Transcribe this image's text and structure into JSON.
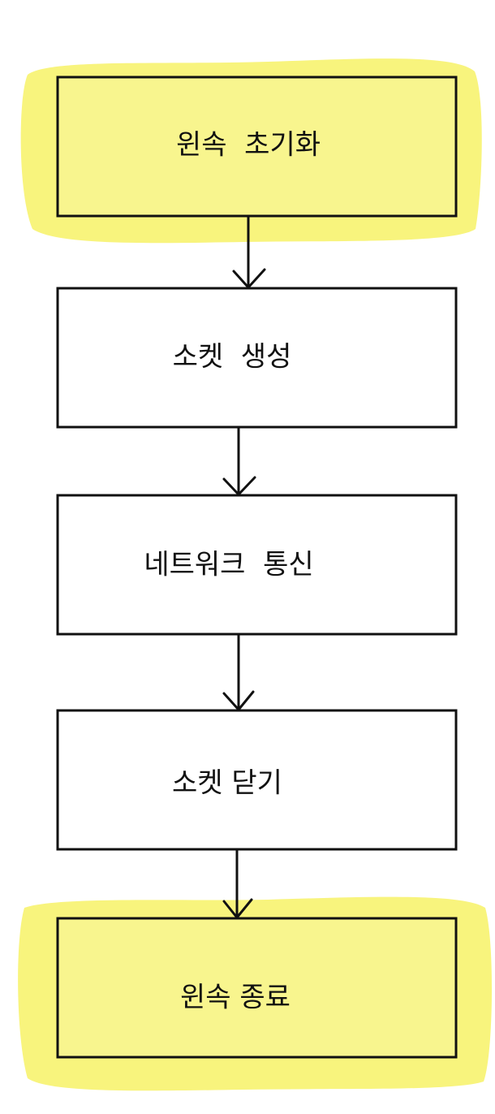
{
  "diagram": {
    "type": "flowchart",
    "steps": [
      {
        "id": "winsock-init",
        "label": "윈속  초기화",
        "highlighted": true
      },
      {
        "id": "socket-create",
        "label": "소켓  생성",
        "highlighted": false
      },
      {
        "id": "network-comm",
        "label": "네트워크  통신",
        "highlighted": false
      },
      {
        "id": "socket-close",
        "label": "소켓 닫기",
        "highlighted": false
      },
      {
        "id": "winsock-end",
        "label": "윈속 종료",
        "highlighted": true
      }
    ],
    "connections": [
      {
        "from": "winsock-init",
        "to": "socket-create"
      },
      {
        "from": "socket-create",
        "to": "network-comm"
      },
      {
        "from": "network-comm",
        "to": "socket-close"
      },
      {
        "from": "socket-close",
        "to": "winsock-end"
      }
    ],
    "colors": {
      "highlight": "#f7f36b",
      "box_fill_highlight": "#f8f58e",
      "box_fill": "#ffffff",
      "stroke": "#111111"
    }
  }
}
